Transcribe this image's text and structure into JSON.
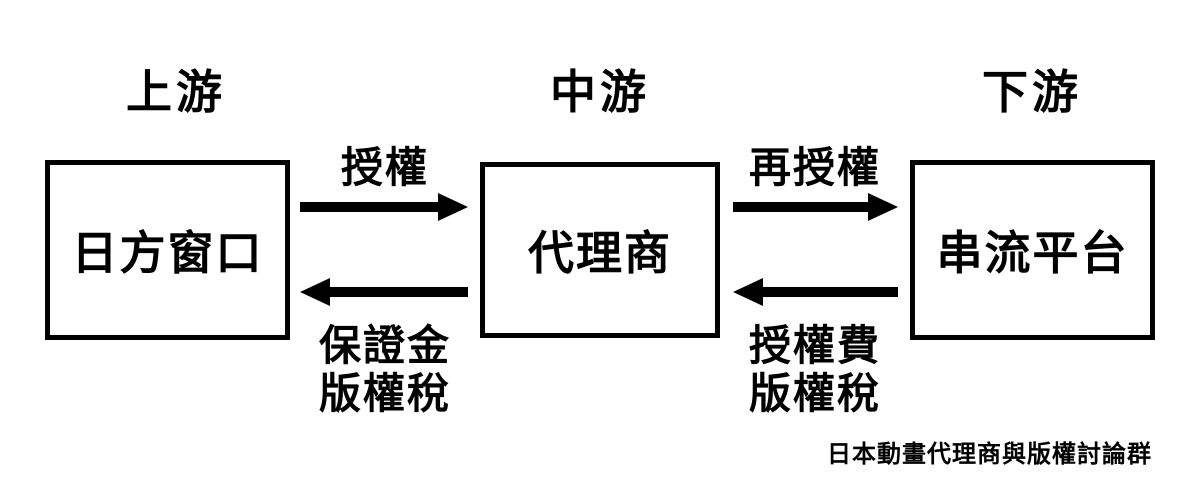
{
  "headers": {
    "upstream": "上游",
    "midstream": "中游",
    "downstream": "下游"
  },
  "boxes": {
    "japan_side": "日方窗口",
    "agent": "代理商",
    "streaming": "串流平台"
  },
  "arrows": {
    "license": "授權",
    "sublicense": "再授權",
    "deposit_line1": "保證金",
    "deposit_line2": "版權稅",
    "fee_line1": "授權費",
    "fee_line2": "版權稅"
  },
  "caption": "日本動畫代理商與版權討論群",
  "colors": {
    "foreground": "#000000",
    "background": "#ffffff"
  }
}
